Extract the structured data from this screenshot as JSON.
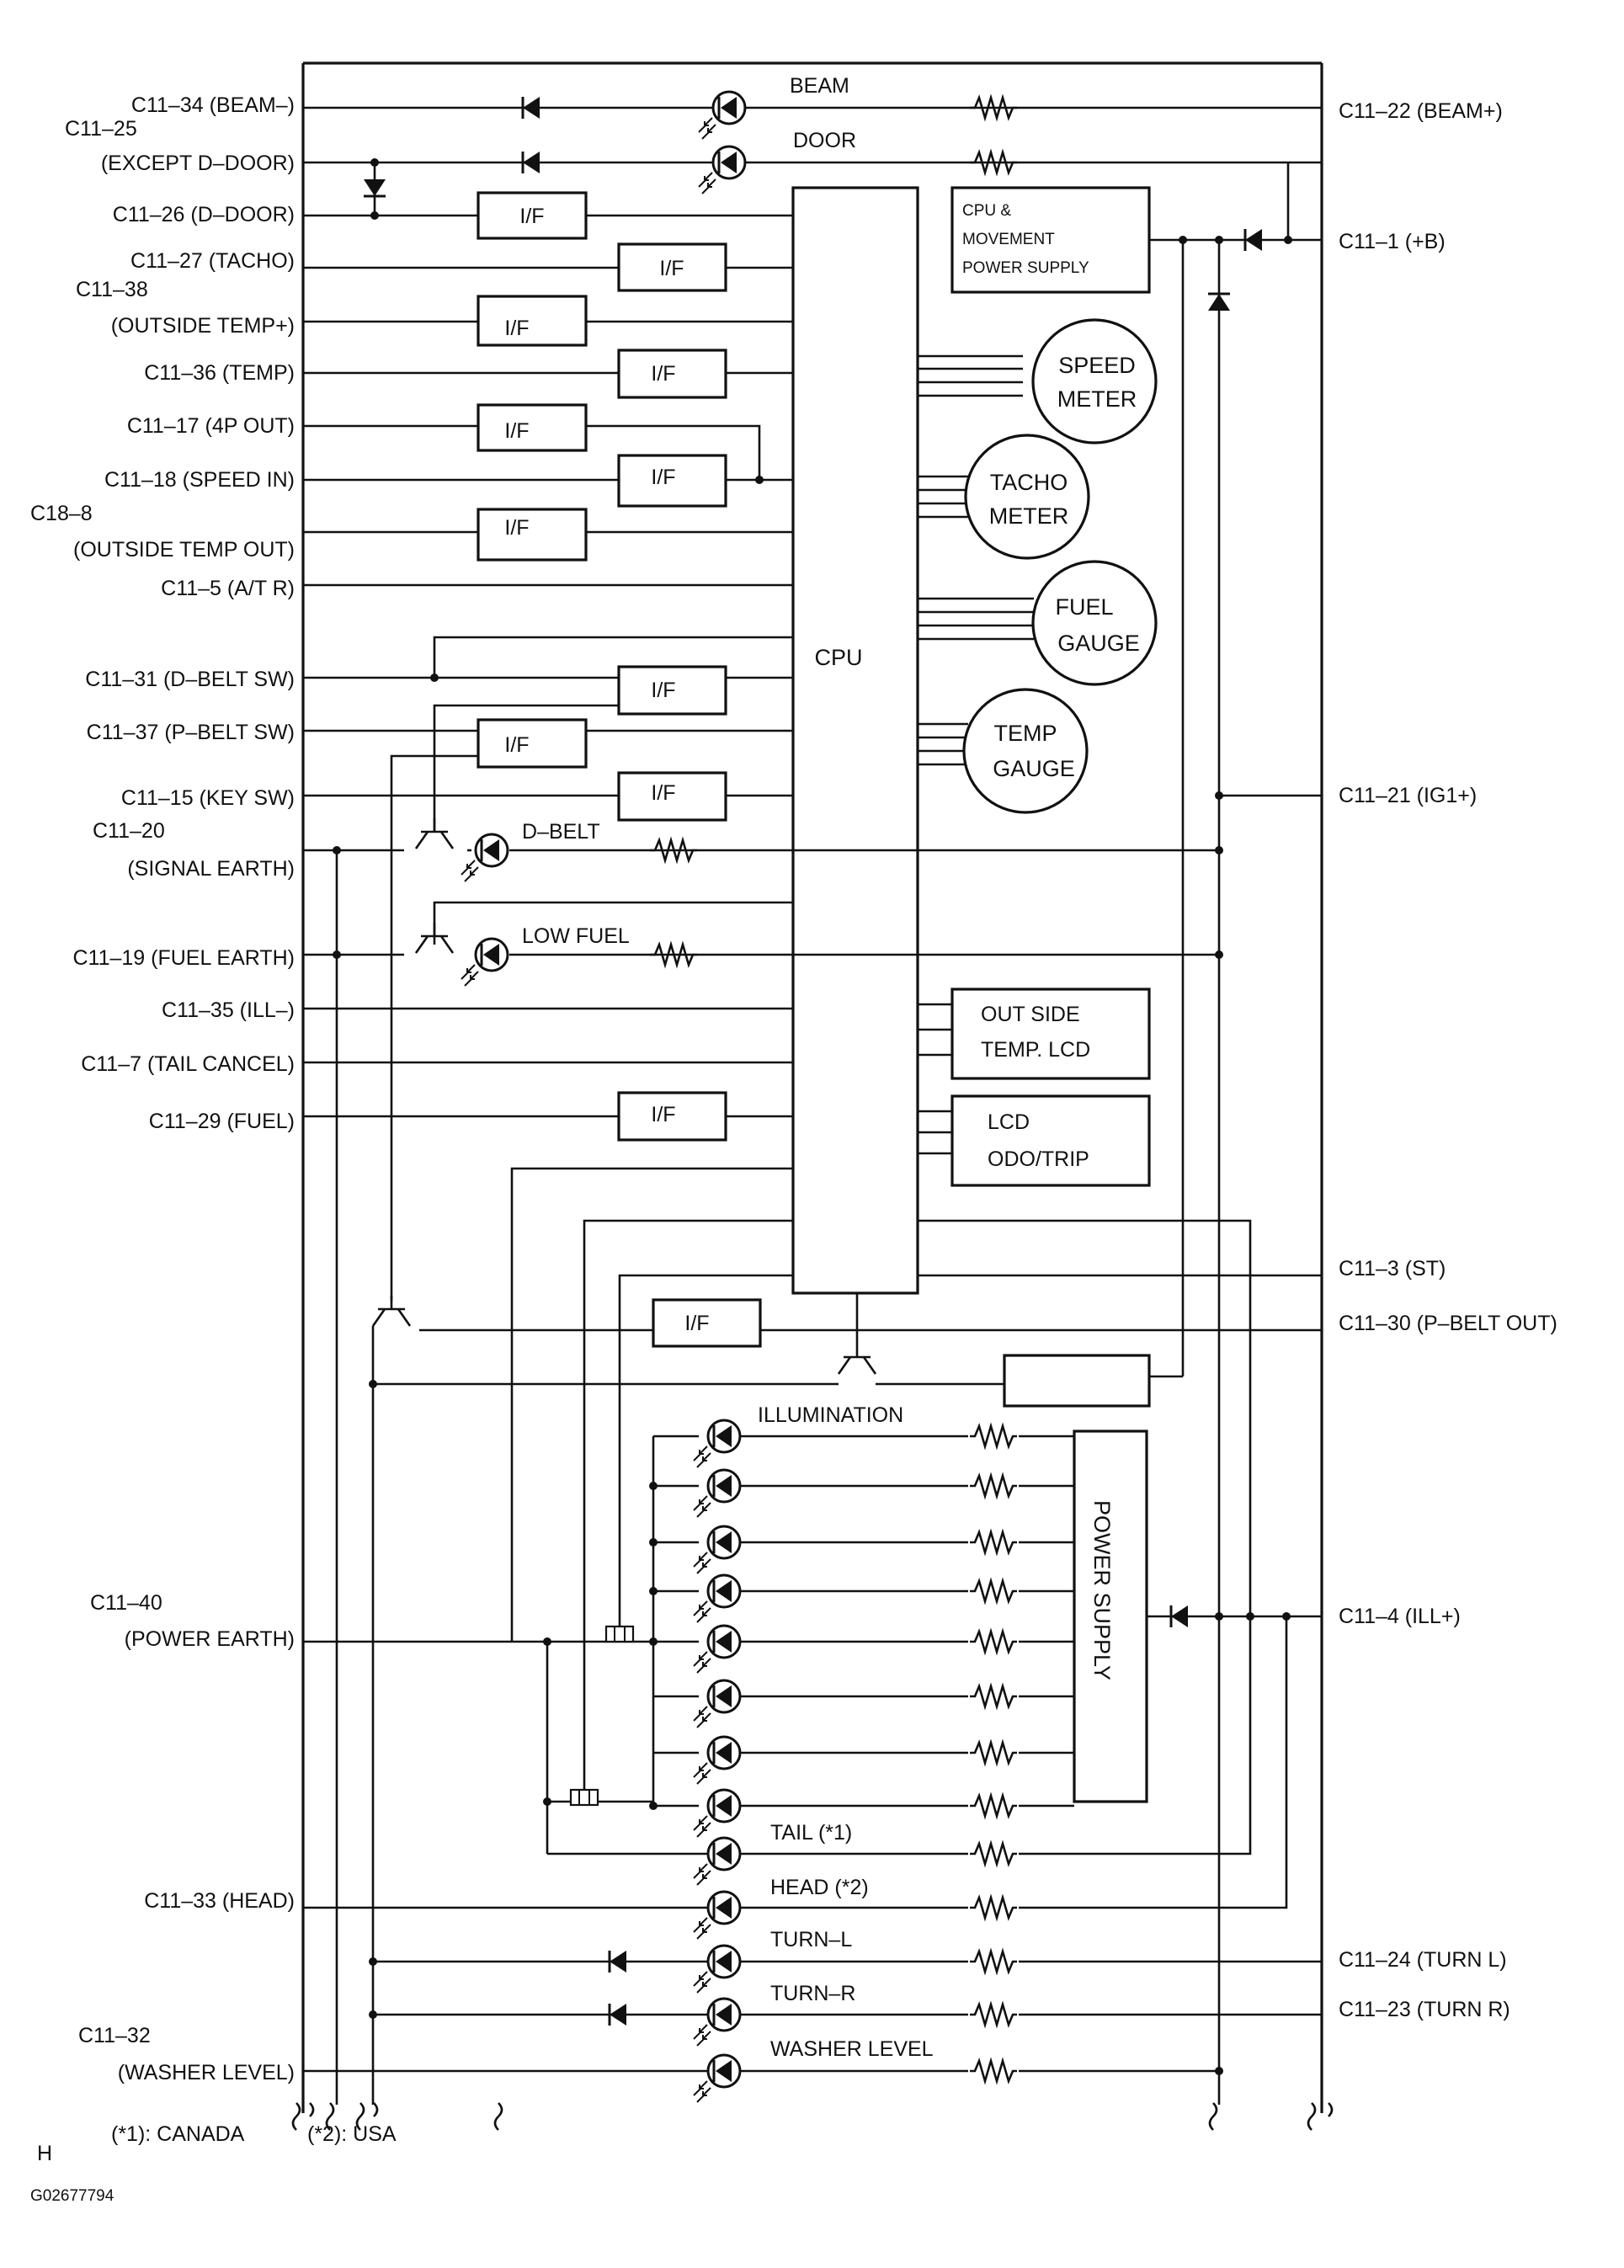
{
  "pins_left": [
    {
      "label": "C11–34 (BEAM–)"
    },
    {
      "label": "C11–25"
    },
    {
      "label": "(EXCEPT D–DOOR)"
    },
    {
      "label": "C11–26 (D–DOOR)"
    },
    {
      "label": "C11–27 (TACHO)"
    },
    {
      "label": "C11–38"
    },
    {
      "label": "(OUTSIDE TEMP+)"
    },
    {
      "label": "C11–36 (TEMP)"
    },
    {
      "label": "C11–17 (4P OUT)"
    },
    {
      "label": "C11–18 (SPEED IN)"
    },
    {
      "label": "C18–8"
    },
    {
      "label": "(OUTSIDE TEMP OUT)"
    },
    {
      "label": "C11–5 (A/T R)"
    },
    {
      "label": "C11–31 (D–BELT SW)"
    },
    {
      "label": "C11–37 (P–BELT SW)"
    },
    {
      "label": "C11–15 (KEY SW)"
    },
    {
      "label": "C11–20"
    },
    {
      "label": "(SIGNAL EARTH)"
    },
    {
      "label": "C11–19 (FUEL EARTH)"
    },
    {
      "label": "C11–35 (ILL–)"
    },
    {
      "label": "C11–7 (TAIL CANCEL)"
    },
    {
      "label": "C11–29 (FUEL)"
    },
    {
      "label": "C11–40"
    },
    {
      "label": "(POWER EARTH)"
    },
    {
      "label": "C11–33 (HEAD)"
    },
    {
      "label": "C11–32"
    },
    {
      "label": "(WASHER LEVEL)"
    }
  ],
  "pins_right": [
    {
      "label": "C11–22 (BEAM+)"
    },
    {
      "label": "C11–1 (+B)"
    },
    {
      "label": "C11–21 (IG1+)"
    },
    {
      "label": "C11–3 (ST)"
    },
    {
      "label": "C11–30 (P–BELT OUT)"
    },
    {
      "label": "C11–4 (ILL+)"
    },
    {
      "label": "C11–24 (TURN L)"
    },
    {
      "label": "C11–23 (TURN R)"
    }
  ],
  "blocks": {
    "cpu": "CPU",
    "if_label": "I/F",
    "power_supply_1": "CPU &",
    "power_supply_2": "MOVEMENT",
    "power_supply_3": "POWER SUPPLY",
    "speed_1": "SPEED",
    "speed_2": "METER",
    "tacho_1": "TACHO",
    "tacho_2": "METER",
    "fuel_1": "FUEL",
    "fuel_2": "GAUGE",
    "temp_1": "TEMP",
    "temp_2": "GAUGE",
    "outside_1": "OUT SIDE",
    "outside_2": "TEMP. LCD",
    "lcd_1": "LCD",
    "lcd_2": "ODO/TRIP",
    "power_supply_v": "POWER SUPPLY"
  },
  "indicators": {
    "beam": "BEAM",
    "door": "DOOR",
    "dbelt": "D–BELT",
    "lowfuel": "LOW FUEL",
    "illumination": "ILLUMINATION",
    "tail": "TAIL (*1)",
    "head": "HEAD (*2)",
    "turnl": "TURN–L",
    "turnr": "TURN–R",
    "washer": "WASHER LEVEL"
  },
  "notes": {
    "canada": "(*1): CANADA",
    "usa": "(*2): USA",
    "code": "H",
    "figure_id": "G02677794"
  }
}
